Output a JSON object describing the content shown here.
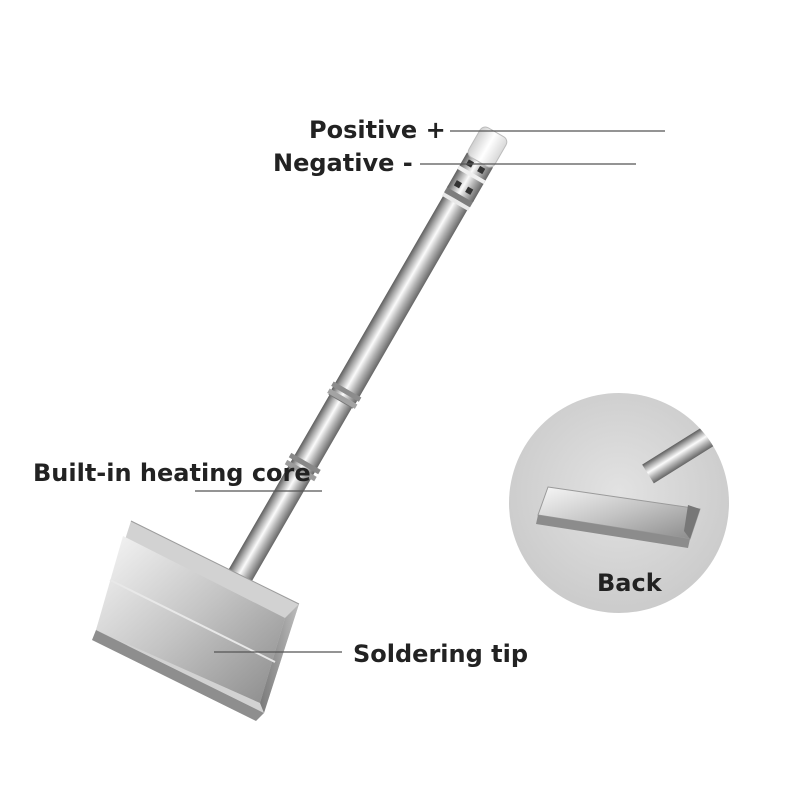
{
  "labels": {
    "positive": "Positive +",
    "negative": "Negative -",
    "heating_core": "Built-in heating core",
    "soldering_tip": "Soldering tip",
    "back": "Back"
  },
  "colors": {
    "background": "#ffffff",
    "text": "#222222",
    "leader_line": "#555555",
    "metal_light": "#f4f4f4",
    "metal_mid": "#b9b9b9",
    "metal_dark": "#6f6f6f",
    "inset_circle": "#d4d4d4"
  }
}
